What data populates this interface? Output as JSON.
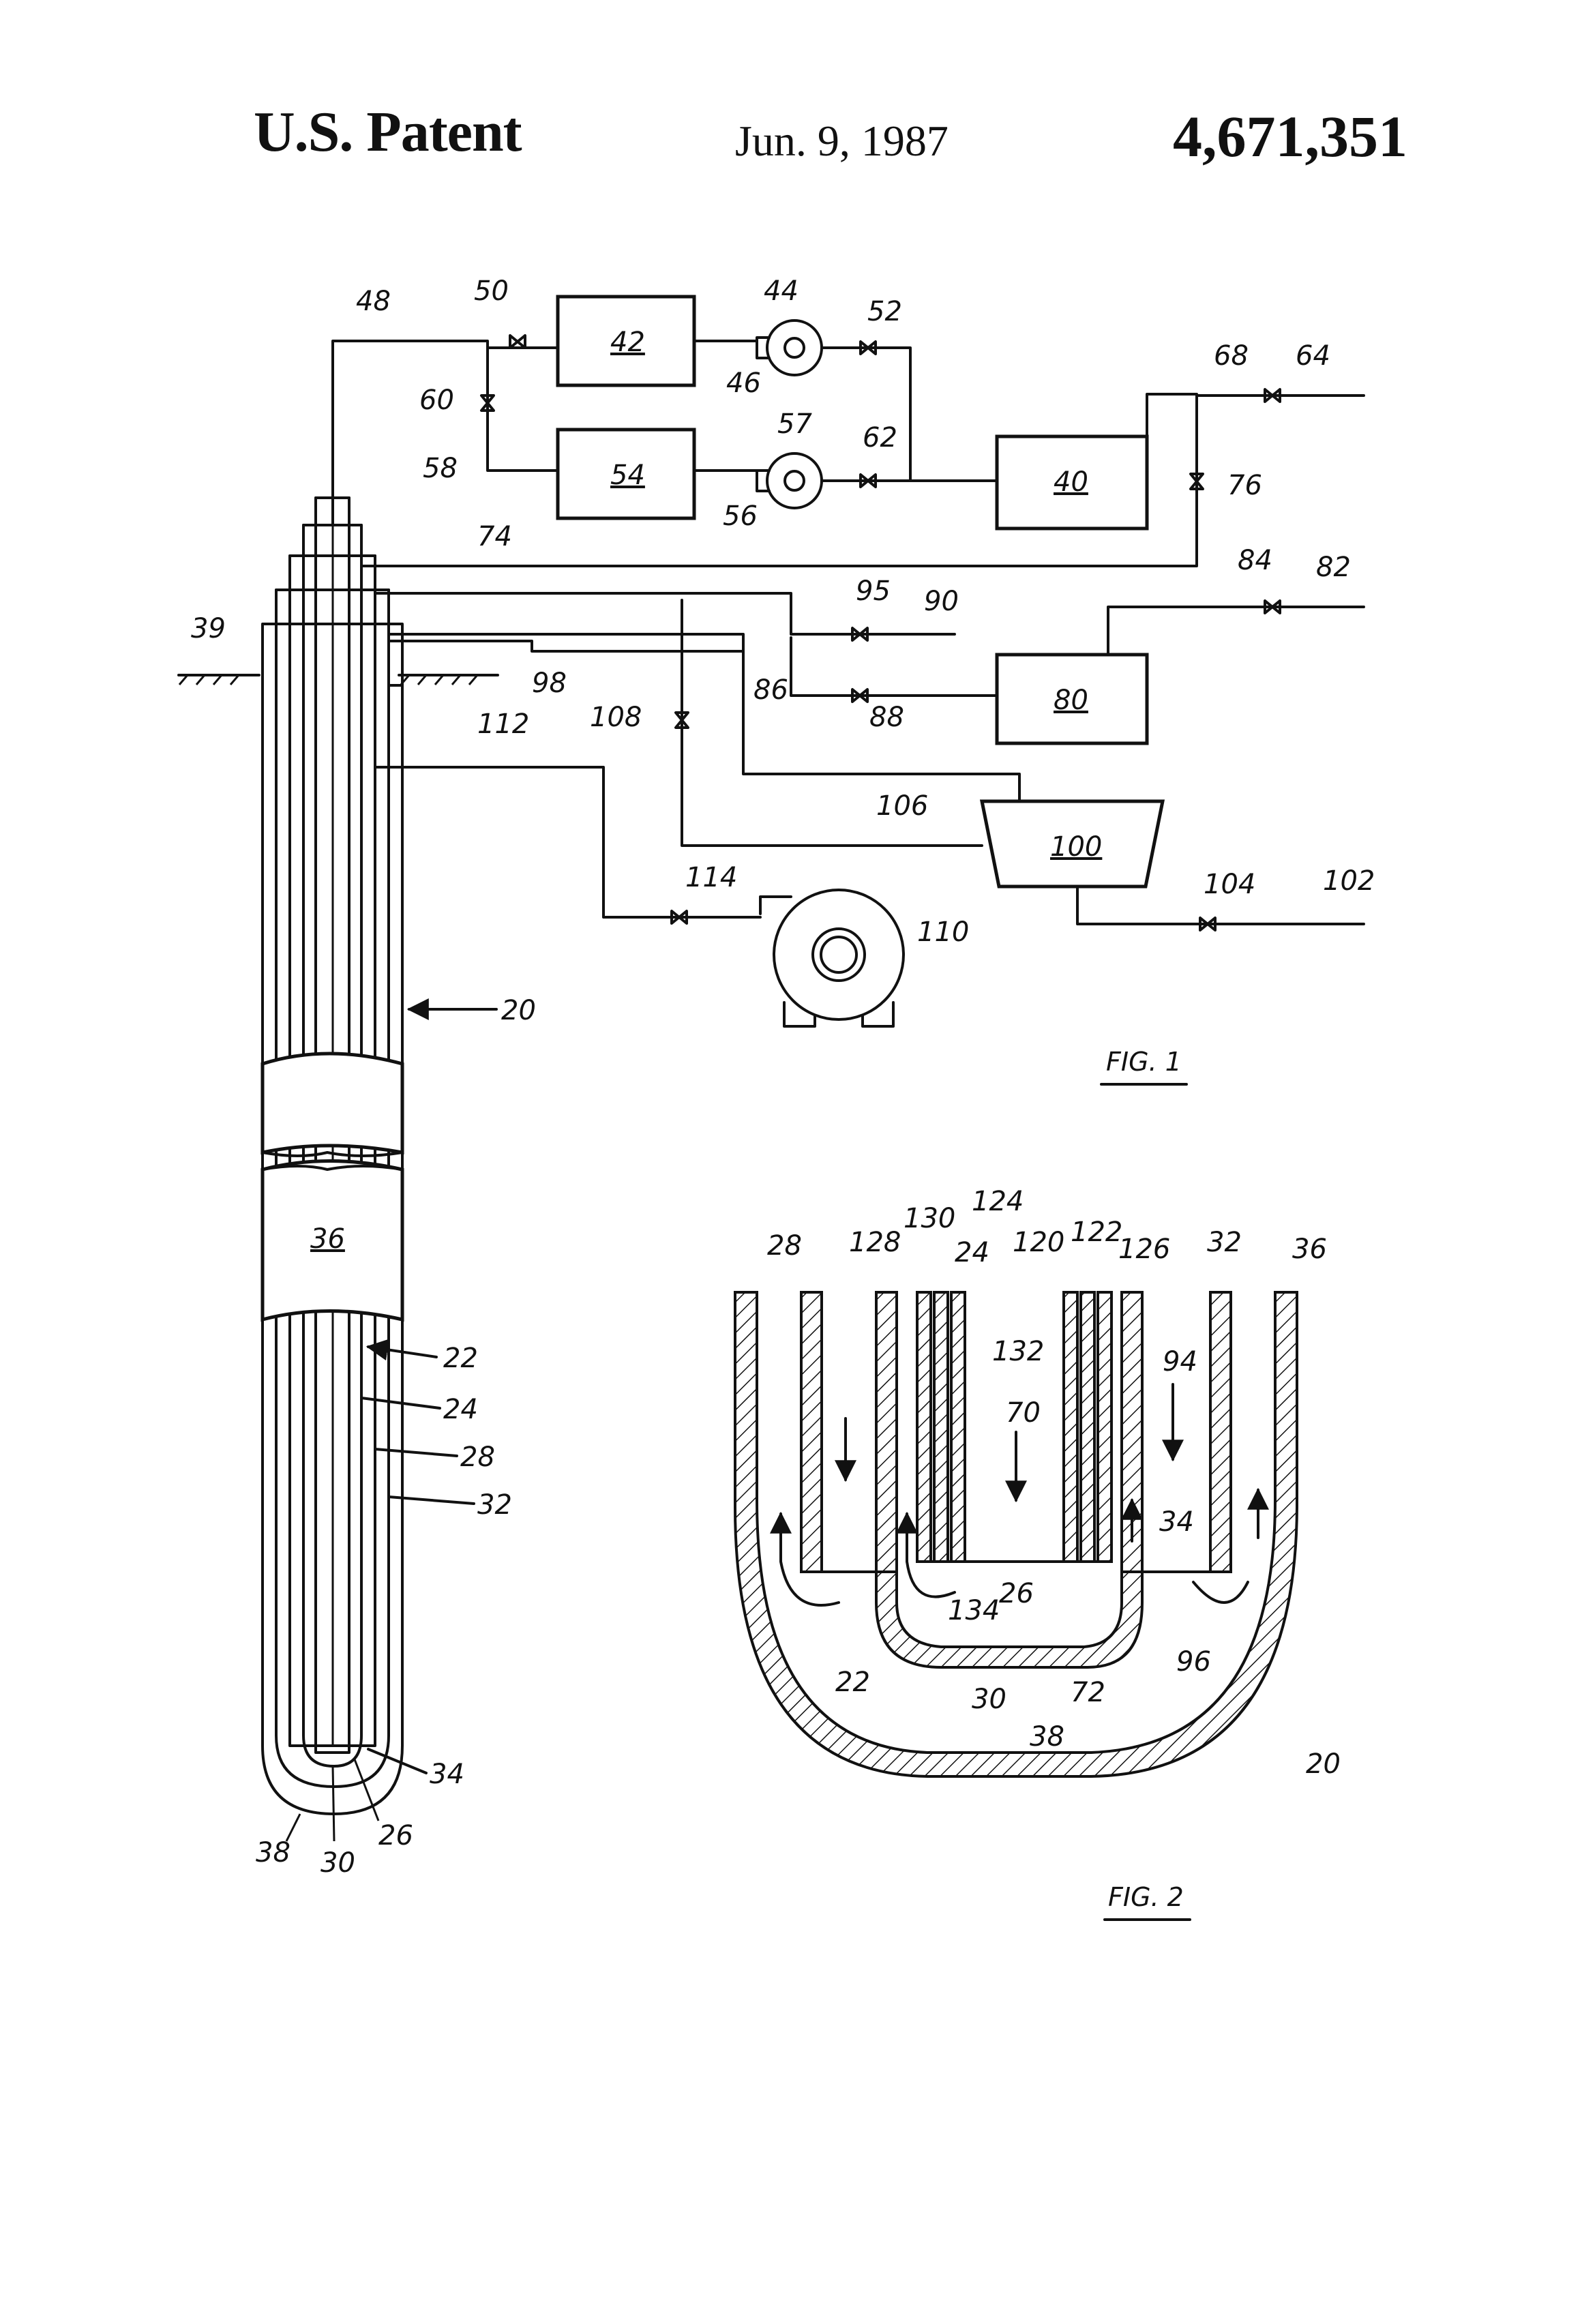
{
  "header": {
    "left": "U.S. Patent",
    "date": "Jun. 9, 1987",
    "number": "4,671,351"
  },
  "fig1": {
    "caption": "FIG. 1",
    "labels": {
      "l48": "48",
      "l50": "50",
      "l42": "42",
      "l44": "44",
      "l52": "52",
      "l46": "46",
      "l60": "60",
      "l58": "58",
      "l54": "54",
      "l57": "57",
      "l62": "62",
      "l56": "56",
      "l40": "40",
      "l68": "68",
      "l64": "64",
      "l76": "76",
      "l74": "74",
      "l84": "84",
      "l82": "82",
      "l39": "39",
      "l95": "95",
      "l90": "90",
      "l98": "98",
      "l86": "86",
      "l88": "88",
      "l80": "80",
      "l108": "108",
      "l112": "112",
      "l106": "106",
      "l100": "100",
      "l104": "104",
      "l102": "102",
      "l114": "114",
      "l110": "110",
      "l20": "20",
      "l36": "36",
      "l22": "22",
      "l24": "24",
      "l28": "28",
      "l32": "32",
      "l34": "34",
      "l38": "38",
      "l30": "30",
      "l26": "26"
    }
  },
  "fig2": {
    "caption": "FIG. 2",
    "labels": {
      "l28": "28",
      "l128": "128",
      "l130": "130",
      "l124": "124",
      "l24": "24",
      "l120": "120",
      "l122": "122",
      "l126": "126",
      "l32": "32",
      "l36": "36",
      "l132": "132",
      "l94": "94",
      "l70": "70",
      "l34": "34",
      "l26": "26",
      "l134": "134",
      "l22": "22",
      "l30": "30",
      "l72": "72",
      "l96": "96",
      "l38": "38",
      "l20": "20"
    }
  }
}
